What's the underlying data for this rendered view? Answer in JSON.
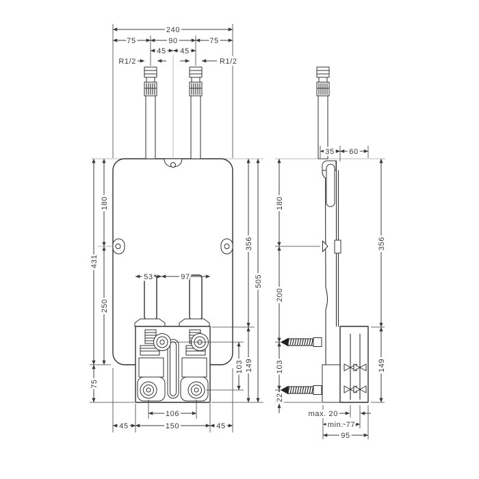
{
  "style": {
    "ink": "#2f2f2f",
    "background": "#ffffff"
  },
  "front_view": {
    "top_dims": {
      "total_width": "240",
      "left_pipe_offset": "75",
      "pipe_spacing": "90",
      "right_pipe_offset": "75",
      "left_half_spacing": "45",
      "right_half_spacing": "45",
      "left_thread": "R1/2",
      "right_thread": "R1/2"
    },
    "left_dims": {
      "plate_height": "431",
      "top_to_hole": "180",
      "hole_to_plate_bottom": "250",
      "plate_bottom_to_base": "75"
    },
    "right_dims": {
      "top_to_valve_ports": "356",
      "ports_zone_height": "149",
      "total_height": "505",
      "port_to_screw": "103"
    },
    "valve_dims": {
      "left_valve_offset": "53",
      "valve_span": "97"
    },
    "bottom_dims": {
      "screw_spacing": "106",
      "bracket_width": "150",
      "left_margin": "45",
      "right_margin": "45"
    }
  },
  "side_view": {
    "top_dims": {
      "plate_depth": "35",
      "housing_depth": "60"
    },
    "left_dims": {
      "top_to_hole": "180",
      "hole_to_upper_screw": "200",
      "screw_spacing": "103",
      "screw_to_bottom": "22"
    },
    "right_dims": {
      "top_to_housing": "356",
      "housing_height": "149"
    },
    "bottom_dims": {
      "tile_allowance": "max. 20",
      "min_depth": "min. 77",
      "total_depth": "95"
    }
  }
}
